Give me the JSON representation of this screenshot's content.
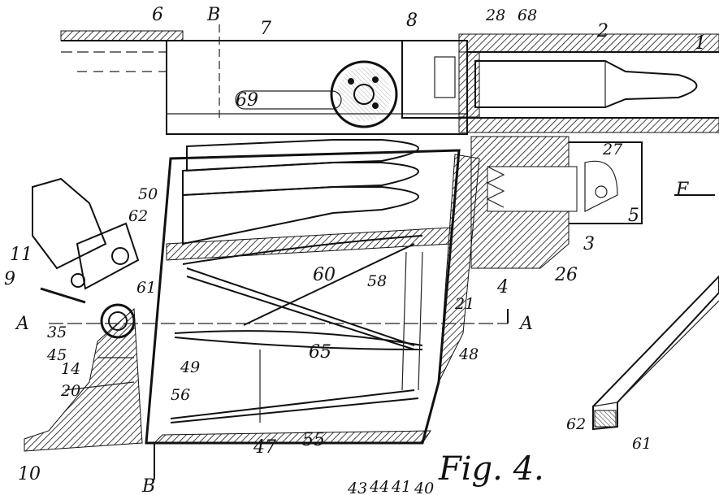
{
  "figure": {
    "caption": "Fig. 4.",
    "section_markers": [
      "B",
      "B",
      "A",
      "A",
      "F"
    ],
    "labels": [
      "6",
      "B",
      "7",
      "8",
      "28",
      "68",
      "2",
      "1",
      "69",
      "27",
      "5",
      "3",
      "26",
      "4",
      "50",
      "62",
      "11",
      "9",
      "61",
      "60",
      "58",
      "21",
      "A",
      "A",
      "35",
      "45",
      "14",
      "49",
      "20",
      "56",
      "48",
      "65",
      "47",
      "55",
      "10",
      "B",
      "62",
      "61",
      "43",
      "44",
      "41",
      "40"
    ]
  }
}
